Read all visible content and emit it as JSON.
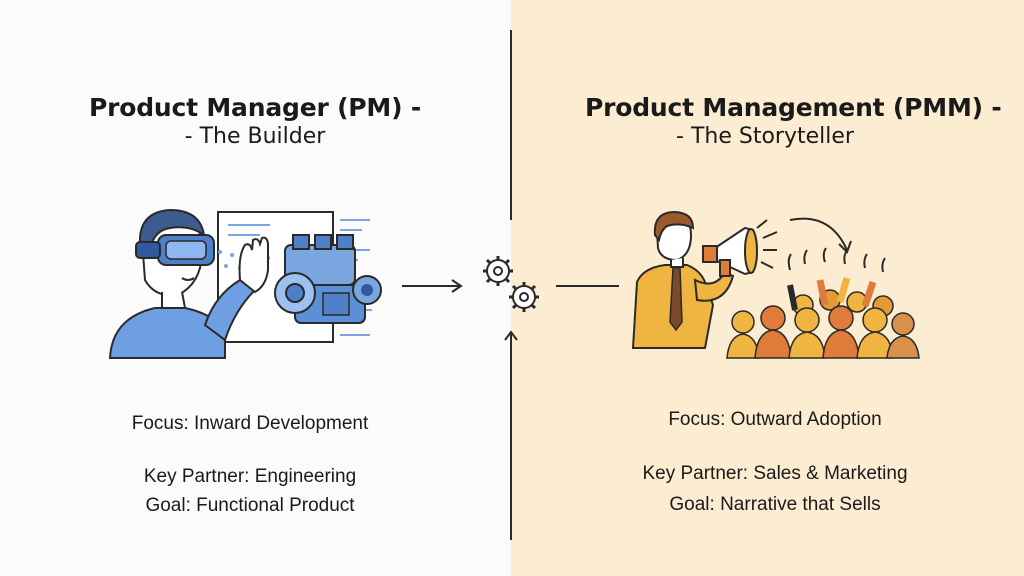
{
  "pm": {
    "title": "Product Manager (PM) -",
    "subtitle": "- The Builder",
    "focus": "Focus: Inward Development",
    "partner": "Key Partner: Engineering",
    "goal": "Goal: Functional Product",
    "color": "#5b8fd6"
  },
  "pmm": {
    "title": "Product Management (PMM) -",
    "subtitle": "- The Storyteller",
    "focus": "Focus: Outward Adoption",
    "partner": "Key Partner: Sales & Marketing",
    "goal": "Goal: Narrative that Sells",
    "color": "#f0b540"
  },
  "colors": {
    "left_bg": "#fbfbfb",
    "right_bg": "#fbecd2",
    "ink": "#1a1a1a"
  },
  "icons": [
    "builder-vr-illustration",
    "engine-icon",
    "gear-icon",
    "storyteller-megaphone-illustration",
    "crowd-icon",
    "arrow-icon"
  ]
}
